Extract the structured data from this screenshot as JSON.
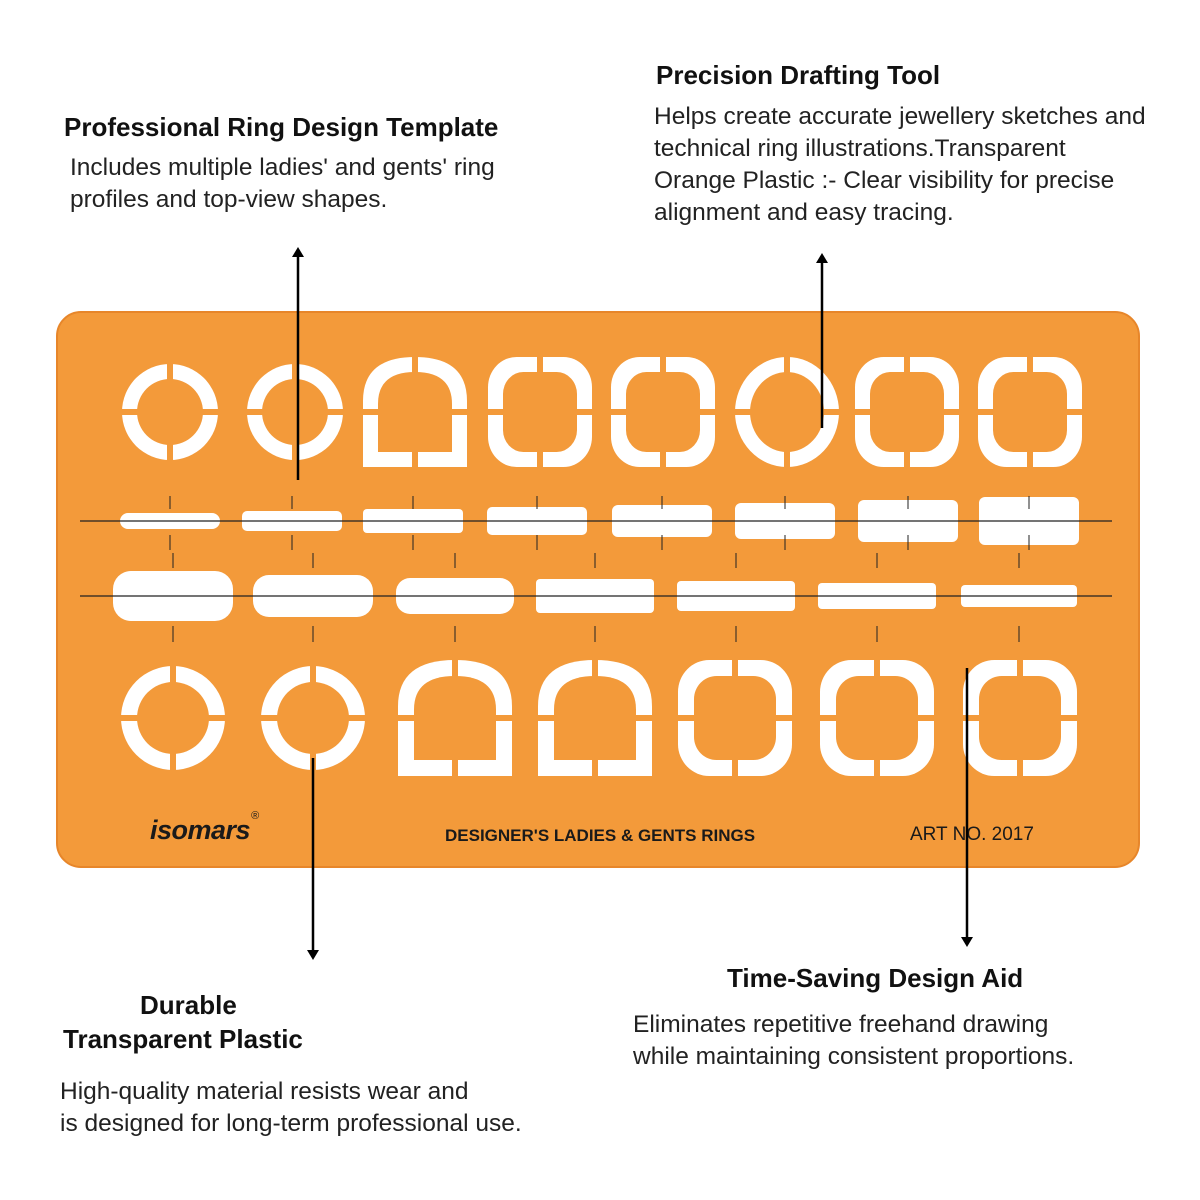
{
  "callouts": {
    "top_left": {
      "title": "Professional Ring Design Template",
      "lines": [
        "Includes multiple ladies' and gents' ring",
        "profiles and top-view shapes."
      ]
    },
    "top_right": {
      "title": "Precision Drafting Tool",
      "lines": [
        "Helps create accurate jewellery sketches and",
        "technical ring illustrations.Transparent",
        "Orange Plastic :- Clear visibility for precise",
        "alignment and easy tracing."
      ]
    },
    "bottom_left": {
      "title_lines": [
        "Durable",
        "Transparent Plastic"
      ],
      "lines": [
        "High-quality material resists wear and",
        "is designed for long-term professional use."
      ]
    },
    "bottom_right": {
      "title": "Time-Saving Design Aid",
      "lines": [
        "Eliminates repetitive freehand drawing",
        "while maintaining consistent proportions."
      ]
    }
  },
  "template": {
    "brand": "isomars",
    "brand_mark": "®",
    "caption": "DESIGNER'S LADIES & GENTS RINGS",
    "art_no": "ART NO. 2017",
    "plastic_color": "#f39a3a",
    "edge_color": "#e7862a",
    "cutout_color": "#ffffff"
  }
}
